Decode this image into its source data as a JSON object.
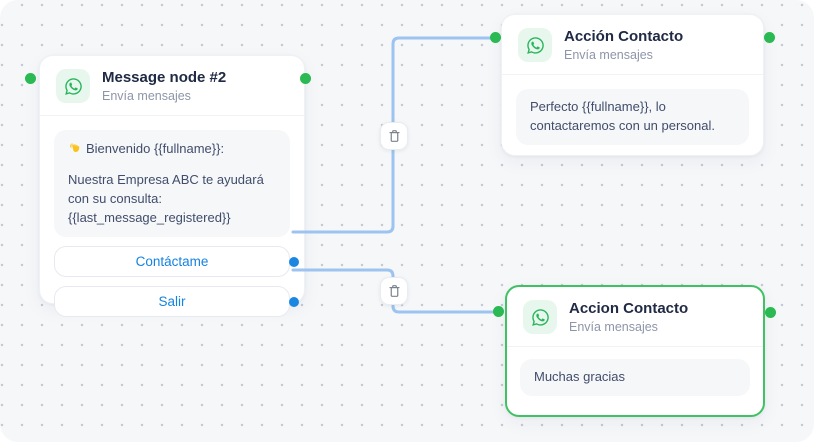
{
  "canvas": {
    "background": "#f5f7f9",
    "grid_dot_color": "#c4c9d3",
    "accent_colors": {
      "whatsapp_green": "#29b55b",
      "handle_green": "#2ab952",
      "selected_border_green": "#3fc164",
      "output_dot_blue": "#1b87e0",
      "button_text_blue": "#1583e0",
      "edge_line_blue": "#9dc3f0",
      "title_navy": "#202a44"
    }
  },
  "nodes": [
    {
      "id": "message-node-2",
      "icon": "whatsapp-icon",
      "title": "Message node #2",
      "subtitle": "Envía mensajes",
      "selected": false,
      "message": {
        "emoji": "👋",
        "emoji_icon": "waving-hand-emoji",
        "line1": "Bienvenido {{fullname}}:",
        "line2": "Nuestra Empresa ABC te ayudará con su consulta: {{last_message_registered}}"
      },
      "buttons": [
        {
          "label": "Contáctame"
        },
        {
          "label": "Salir"
        }
      ]
    },
    {
      "id": "accion-contacto-top",
      "icon": "whatsapp-icon",
      "title": "Acción Contacto",
      "subtitle": "Envía mensajes",
      "selected": false,
      "message": {
        "line1": "Perfecto {{fullname}}, lo contactaremos con un personal."
      }
    },
    {
      "id": "accion-contacto-bottom",
      "icon": "whatsapp-icon",
      "title": "Accion Contacto",
      "subtitle": "Envía mensajes",
      "selected": true,
      "message": {
        "line1": "Muchas gracias"
      }
    }
  ],
  "edges": [
    {
      "from_button": "Contáctame",
      "to_node": "Acción Contacto",
      "delete_icon": "trash-icon"
    },
    {
      "from_button": "Salir",
      "to_node": "Accion Contacto",
      "delete_icon": "trash-icon"
    }
  ]
}
